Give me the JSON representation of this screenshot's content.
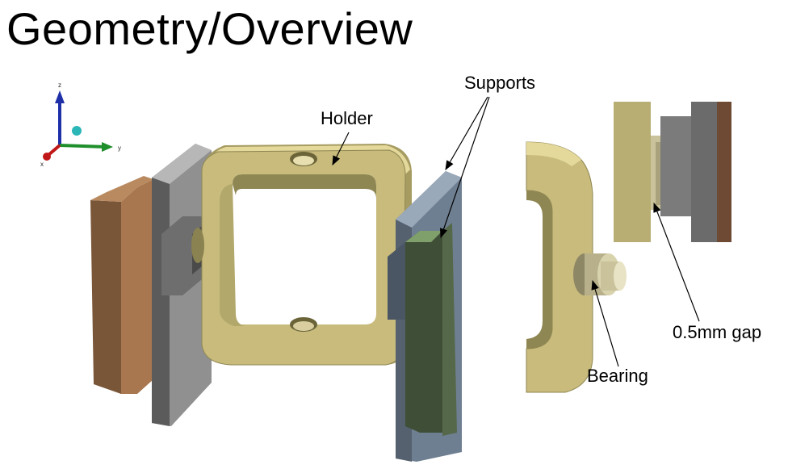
{
  "title": "Geometry/Overview",
  "labels": {
    "holder": "Holder",
    "supports": "Supports",
    "gap": "0.5mm gap",
    "bearing": "Bearing"
  },
  "triad": {
    "z": "z",
    "y": "y",
    "x": "x"
  },
  "colors": {
    "holder": "#c8bb7c",
    "holder_dark": "#8f8753",
    "support_grey": "#8a8a8a",
    "support_blue": "#6f7f92",
    "copper": "#8e6547",
    "green_plate": "#3f4e36"
  }
}
